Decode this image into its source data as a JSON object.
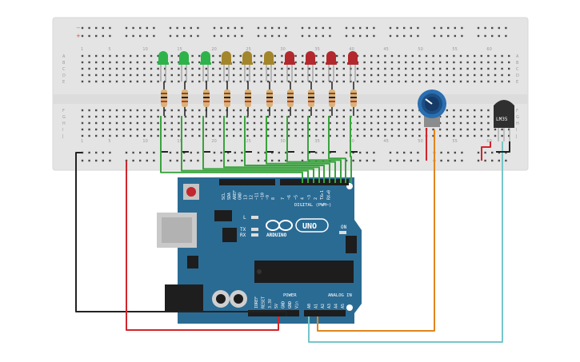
{
  "breadboard": {
    "rail_plus": "+",
    "rail_minus": "−",
    "column_numbers": [
      "1",
      "5",
      "10",
      "15",
      "20",
      "25",
      "30",
      "35",
      "40",
      "45",
      "50",
      "55",
      "60"
    ],
    "row_letters_top": [
      "A",
      "B",
      "C",
      "D",
      "E"
    ],
    "row_letters_bottom": [
      "F",
      "G",
      "H",
      "I",
      "J"
    ]
  },
  "leds": [
    {
      "color": "#2db34a",
      "name": "green"
    },
    {
      "color": "#2db34a",
      "name": "green"
    },
    {
      "color": "#2db34a",
      "name": "green"
    },
    {
      "color": "#a3862b",
      "name": "yellow"
    },
    {
      "color": "#a3862b",
      "name": "yellow"
    },
    {
      "color": "#a3862b",
      "name": "yellow"
    },
    {
      "color": "#b3282d",
      "name": "red"
    },
    {
      "color": "#b3282d",
      "name": "red"
    },
    {
      "color": "#b3282d",
      "name": "red"
    },
    {
      "color": "#b3282d",
      "name": "red"
    }
  ],
  "sensor": {
    "label": "LM35"
  },
  "arduino": {
    "brand": "ARDUINO",
    "model": "UNO",
    "on_label": "ON",
    "tx_label": "TX",
    "rx_label": "RX",
    "l_label": "L",
    "digital_label": "DIGITAL (PWM~)",
    "analog_label": "ANALOG IN",
    "power_label": "POWER",
    "top_pins": [
      "AREF",
      "GND",
      "13",
      "12",
      "~11",
      "~10",
      "~9",
      "8",
      "7",
      "~6",
      "~5",
      "4",
      "~3",
      "2",
      "TX▸1",
      "RX◂0"
    ],
    "top_pins_left": [
      "SCL",
      "SDA",
      "AREF",
      "GND",
      "13",
      "12",
      "~11",
      "~10",
      "~9",
      "8"
    ],
    "top_pins_right": [
      "7",
      "~6",
      "~5",
      "4",
      "~3",
      "2",
      "TX▸1",
      "RX◂0"
    ],
    "power_pins": [
      "IOREF",
      "RESET",
      "3.3V",
      "5V",
      "GND",
      "GND",
      "Vin"
    ],
    "analog_pins": [
      "A0",
      "A1",
      "A2",
      "A3",
      "A4",
      "A5"
    ]
  },
  "colors": {
    "board_blue": "#2a6b94",
    "breadboard": "#e4e4e4",
    "wire_green": "#3aa33e",
    "wire_red": "#d0262b",
    "wire_black": "#222222",
    "wire_orange": "#e1851e",
    "wire_cyan": "#75c6c9"
  }
}
